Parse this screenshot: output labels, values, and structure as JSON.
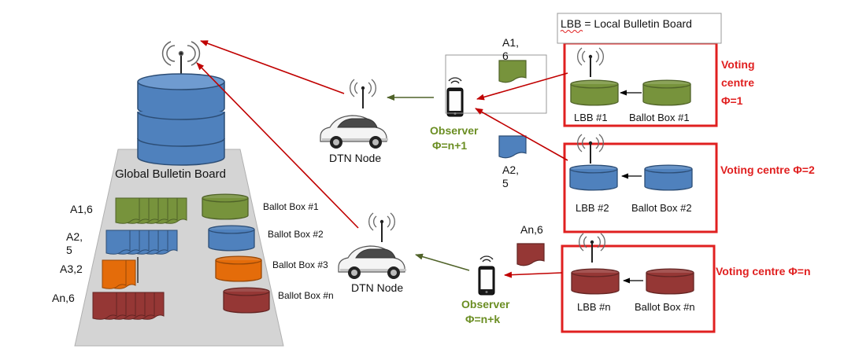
{
  "legend_text": "LBB = Local Bulletin Board",
  "global_board": {
    "title": "Global Bulletin Board",
    "rows": [
      {
        "label": "A1,6",
        "box": "Ballot Box #1"
      },
      {
        "label": "A2,\n5",
        "box": "Ballot Box #2"
      },
      {
        "label": "A3,2",
        "box": "Ballot Box #3"
      },
      {
        "label": "An,6",
        "box": "Ballot Box #n"
      }
    ]
  },
  "dtn_nodes": [
    {
      "label": "DTN Node"
    },
    {
      "label": "DTN Node"
    }
  ],
  "observers": [
    {
      "title": "Observer",
      "phi": "Φ=n+1"
    },
    {
      "title": "Observer",
      "phi": "Φ=n+k"
    }
  ],
  "ballot_labels": [
    "A1,\n6",
    "A2,\n5",
    "An,6"
  ],
  "voting_centres": [
    {
      "title_lines": [
        "Voting",
        "centre",
        "Φ=1"
      ],
      "lbb": "LBB #1",
      "box": "Ballot Box #1"
    },
    {
      "title_lines": [
        "Voting centre Φ=2"
      ],
      "lbb": "LBB #2",
      "box": "Ballot Box #2"
    },
    {
      "title_lines": [
        "Voting centre Φ=n"
      ],
      "lbb": "LBB #n",
      "box": "Ballot Box #n"
    }
  ],
  "colors": {
    "green": "#77933c",
    "green_dark": "#4f6228",
    "blue": "#4f81bd",
    "blue_dark": "#2c4d75",
    "orange": "#e46c0a",
    "orange_dark": "#984807",
    "red": "#953735",
    "red_dark": "#632523",
    "frame": "#e02020",
    "arrow_red": "#c00000",
    "arrow_green": "#4f6228"
  }
}
